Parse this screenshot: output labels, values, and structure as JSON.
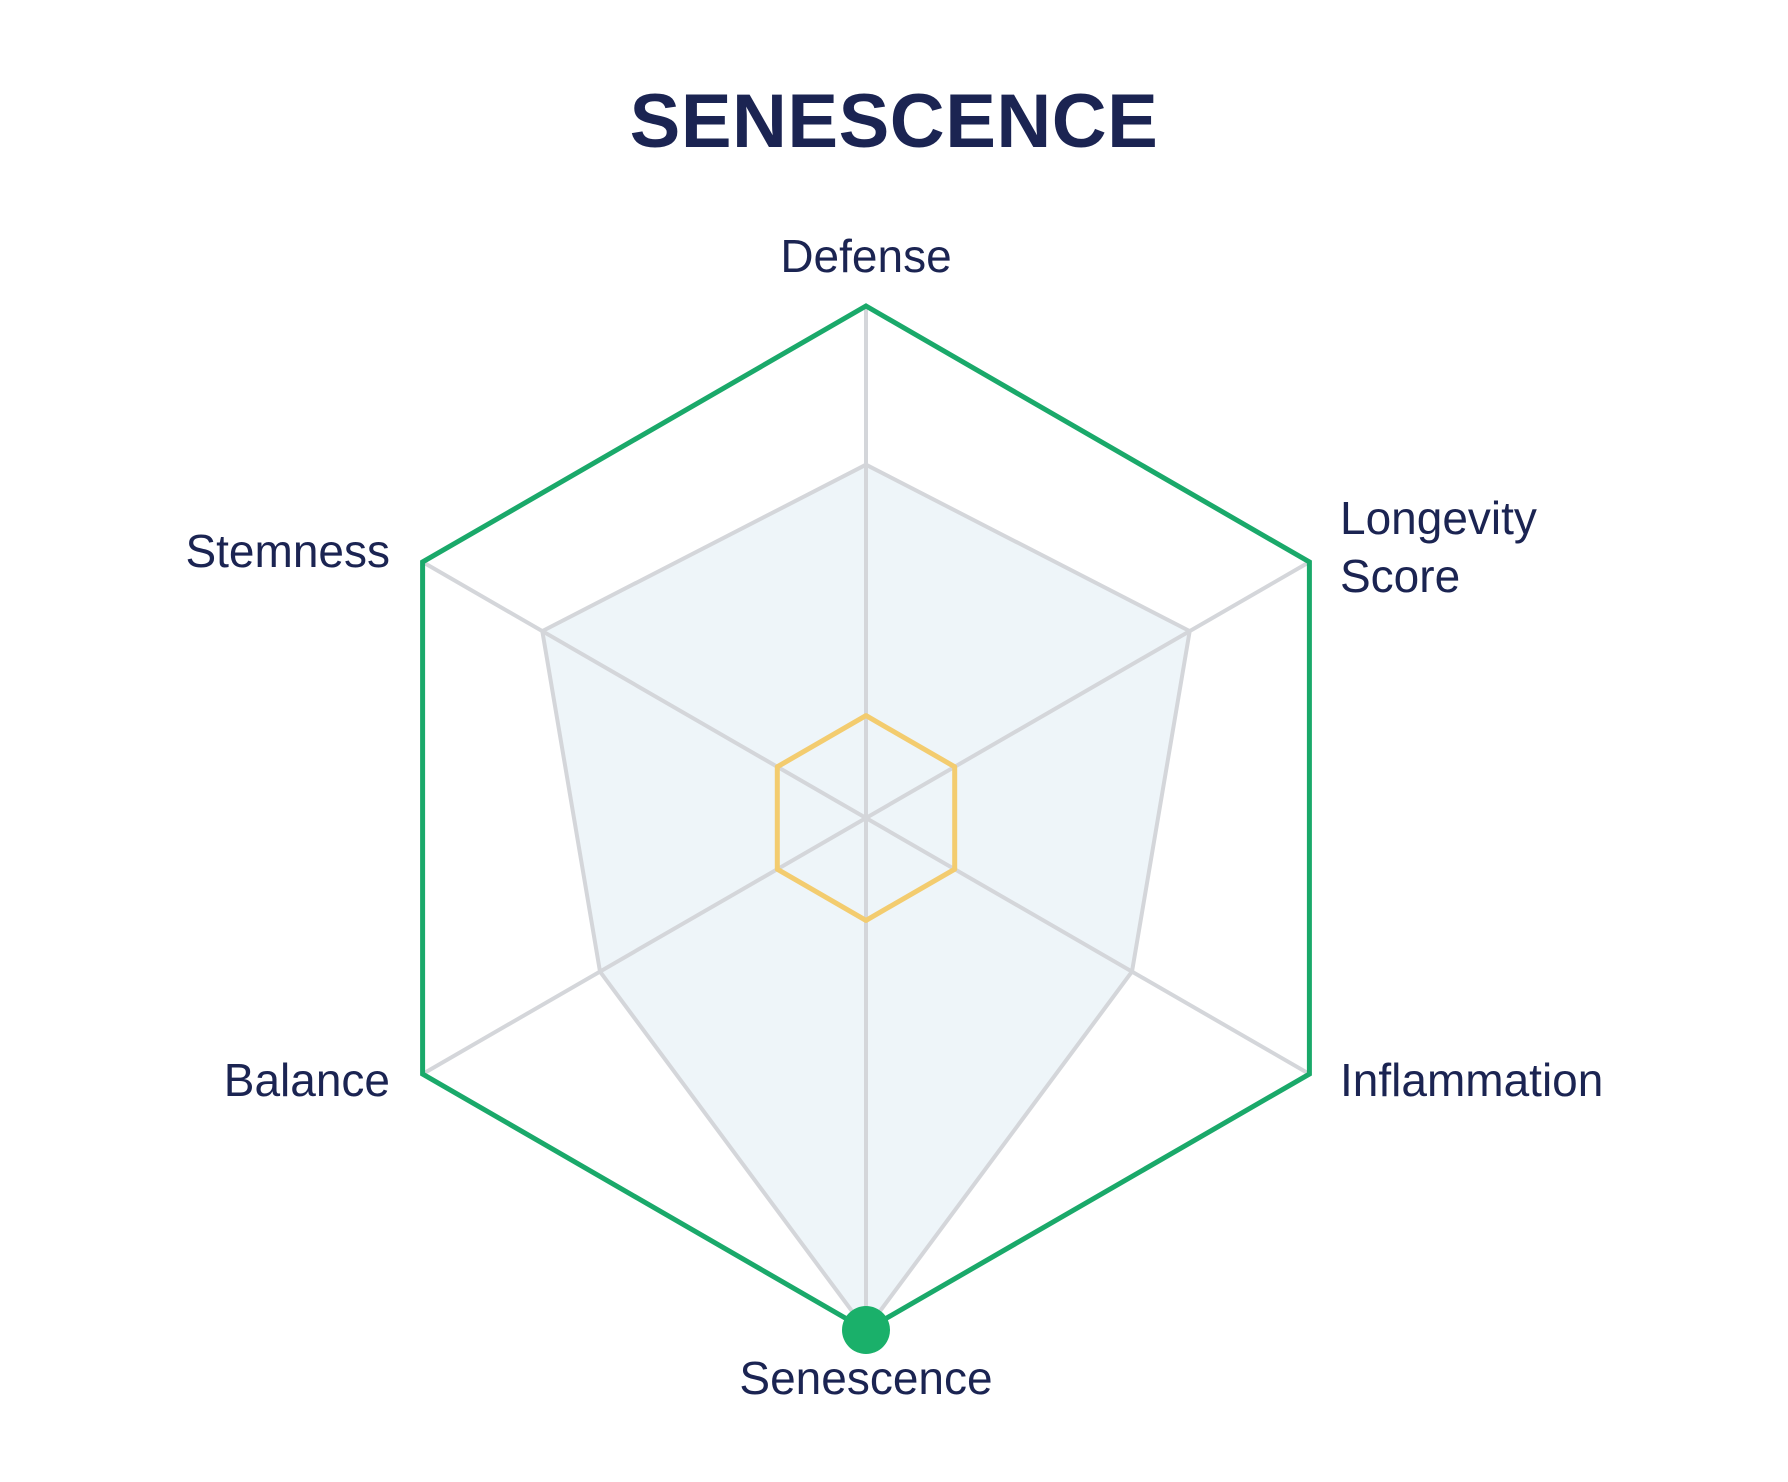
{
  "chart_data": {
    "type": "radar",
    "title": "SENESCENCE",
    "axes": [
      {
        "label": [
          "Defense"
        ]
      },
      {
        "label": [
          "Longevity",
          "Score"
        ]
      },
      {
        "label": [
          "Inflammation"
        ]
      },
      {
        "label": [
          "Senescence"
        ]
      },
      {
        "label": [
          "Balance"
        ]
      },
      {
        "label": [
          "Stemness"
        ]
      }
    ],
    "range": [
      0,
      1
    ],
    "series": [
      {
        "role": "outer-ring",
        "values": [
          1,
          1,
          1,
          1,
          1,
          1
        ],
        "color": "#1aa96a"
      },
      {
        "role": "filled-area",
        "values": [
          0.69,
          0.73,
          0.6,
          1.0,
          0.6,
          0.73
        ],
        "color": "#e8f1f7"
      },
      {
        "role": "inner-ring",
        "values": [
          0.2,
          0.2,
          0.2,
          0.2,
          0.2,
          0.2
        ],
        "color": "#f3cc6f"
      }
    ],
    "highlight": {
      "axis": "Senescence",
      "value": 1.0,
      "color": "#1ab06a"
    },
    "grid_color": "#d4d6da"
  }
}
